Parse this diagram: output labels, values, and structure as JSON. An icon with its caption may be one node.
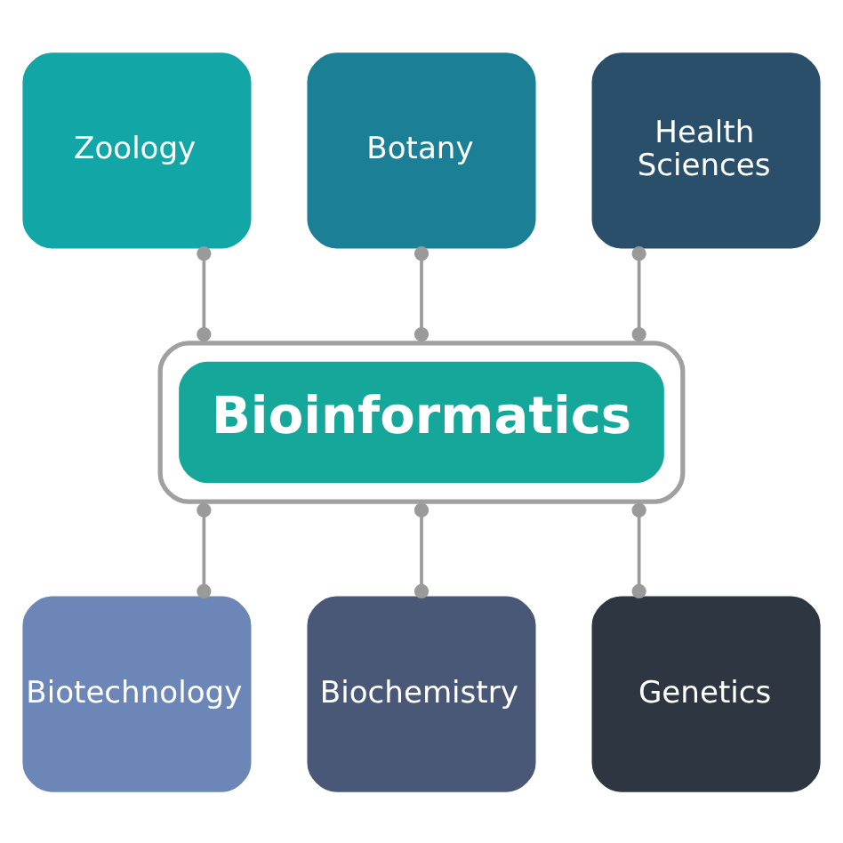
{
  "diagram": {
    "nodes": [
      {
        "text": [
          "Zoology"
        ]
      },
      {
        "text": [
          "Botany"
        ]
      },
      {
        "text": [
          "Health Sciences"
        ]
      },
      {
        "text": [
          "Bioinformatics"
        ]
      },
      {
        "text": [
          "Biotechnology"
        ]
      },
      {
        "text": [
          "Biochemistry"
        ]
      },
      {
        "text": [
          "Genetics"
        ]
      }
    ],
    "edges": [
      {
        "from": 0,
        "to": 3,
        "arrow": "other"
      },
      {
        "from": 1,
        "to": 3,
        "arrow": "other"
      },
      {
        "from": 2,
        "to": 3,
        "arrow": "other"
      },
      {
        "from": 3,
        "to": 4,
        "arrow": "other"
      },
      {
        "from": 3,
        "to": 5,
        "arrow": "other"
      },
      {
        "from": 3,
        "to": 6,
        "arrow": "other"
      }
    ]
  }
}
